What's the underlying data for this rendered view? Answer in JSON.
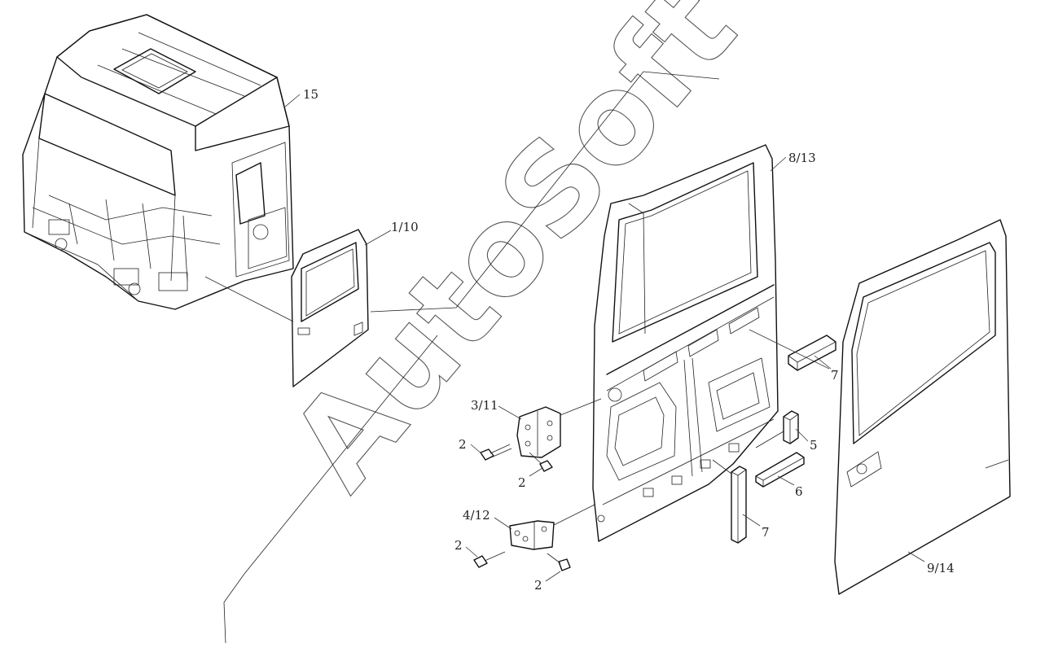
{
  "watermark": "AutoSoft",
  "callouts": [
    {
      "id": "c15",
      "text": "15"
    },
    {
      "id": "c1-10",
      "text": "1/10"
    },
    {
      "id": "c8-13",
      "text": "8/13"
    },
    {
      "id": "c7a",
      "text": "7"
    },
    {
      "id": "c3-11",
      "text": "3/11"
    },
    {
      "id": "c5",
      "text": "5"
    },
    {
      "id": "c2a",
      "text": "2"
    },
    {
      "id": "c2b",
      "text": "2"
    },
    {
      "id": "c6",
      "text": "6"
    },
    {
      "id": "c4-12",
      "text": "4/12"
    },
    {
      "id": "c7b",
      "text": "7"
    },
    {
      "id": "c2c",
      "text": "2"
    },
    {
      "id": "c2d",
      "text": "2"
    },
    {
      "id": "c9-14",
      "text": "9/14"
    }
  ]
}
